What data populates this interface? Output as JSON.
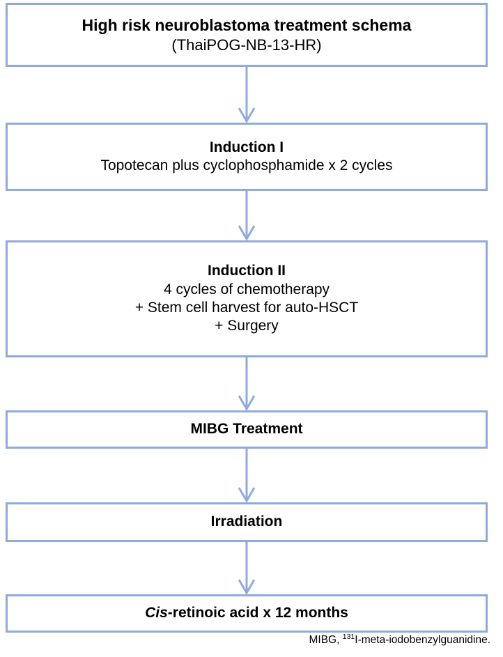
{
  "diagram": {
    "type": "flowchart",
    "orientation": "vertical",
    "colors": {
      "box_border": "#8FAADC",
      "box_fill": "#FFFFFF",
      "arrow": "#8FAADC",
      "text": "#000000"
    },
    "nodes": [
      {
        "id": "title",
        "lines": [
          {
            "text": "High risk neuroblastoma treatment schema",
            "style": "bold-title"
          },
          {
            "text": "(ThaiPOG-NB-13-HR)",
            "style": "normal-title"
          }
        ]
      },
      {
        "id": "induction1",
        "lines": [
          {
            "text": "Induction I",
            "style": "bold"
          },
          {
            "text": "Topotecan plus cyclophosphamide x 2 cycles",
            "style": "normal"
          }
        ]
      },
      {
        "id": "induction2",
        "lines": [
          {
            "text": "Induction II",
            "style": "bold"
          },
          {
            "text": "4 cycles of chemotherapy",
            "style": "normal"
          },
          {
            "text": "+ Stem cell harvest for auto-HSCT",
            "style": "normal"
          },
          {
            "text": "+ Surgery",
            "style": "normal"
          }
        ]
      },
      {
        "id": "mibg",
        "lines": [
          {
            "text": "MIBG Treatment",
            "style": "bold"
          }
        ]
      },
      {
        "id": "irradiation",
        "lines": [
          {
            "text": "Irradiation",
            "style": "bold"
          }
        ]
      },
      {
        "id": "cis",
        "lines": [
          {
            "text_italic": "Cis",
            "text_rest": "-retinoic acid x 12 months",
            "style": "bold"
          }
        ]
      }
    ],
    "arrows": [
      {
        "id": "arrow-1",
        "from": "title",
        "to": "induction1",
        "icon": "down-arrow-icon"
      },
      {
        "id": "arrow-2",
        "from": "induction1",
        "to": "induction2",
        "icon": "down-arrow-icon"
      },
      {
        "id": "arrow-3",
        "from": "induction2",
        "to": "mibg",
        "icon": "down-arrow-icon"
      },
      {
        "id": "arrow-4",
        "from": "mibg",
        "to": "irradiation",
        "icon": "down-arrow-icon"
      },
      {
        "id": "arrow-5",
        "from": "irradiation",
        "to": "cis",
        "icon": "down-arrow-icon"
      }
    ]
  },
  "footnote": {
    "prefix": "MIBG, ",
    "superscript": "131",
    "suffix": "I-meta-iodobenzylguanidine."
  }
}
